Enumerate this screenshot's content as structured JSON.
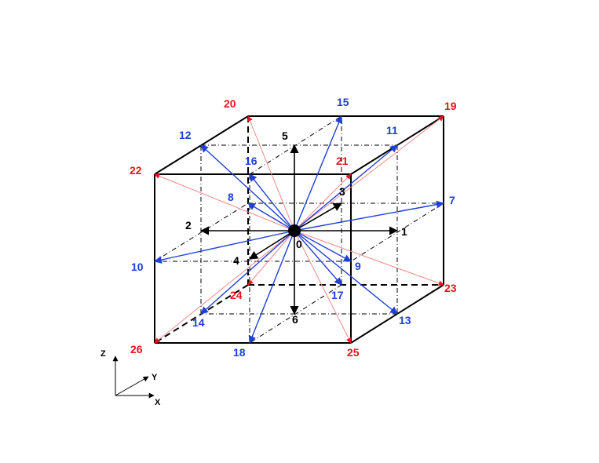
{
  "colors": {
    "black": "#000000",
    "blue": "#1f3fd6",
    "red": "#e8141c",
    "pink": "#f08a8a"
  },
  "labels": {
    "v0": "0",
    "v1": "1",
    "v2": "2",
    "v3": "3",
    "v4": "4",
    "v5": "5",
    "v6": "6",
    "v7": "7",
    "v8": "8",
    "v9": "9",
    "v10": "10",
    "v11": "11",
    "v12": "12",
    "v13": "13",
    "v14": "14",
    "v15": "15",
    "v16": "16",
    "v17": "17",
    "v18": "18",
    "v19": "19",
    "v20": "20",
    "v21": "21",
    "v22": "22",
    "v23": "23",
    "v24": "24",
    "v25": "25",
    "v26": "26"
  },
  "axes": {
    "z": "Z",
    "y": "Y",
    "x": "X"
  }
}
